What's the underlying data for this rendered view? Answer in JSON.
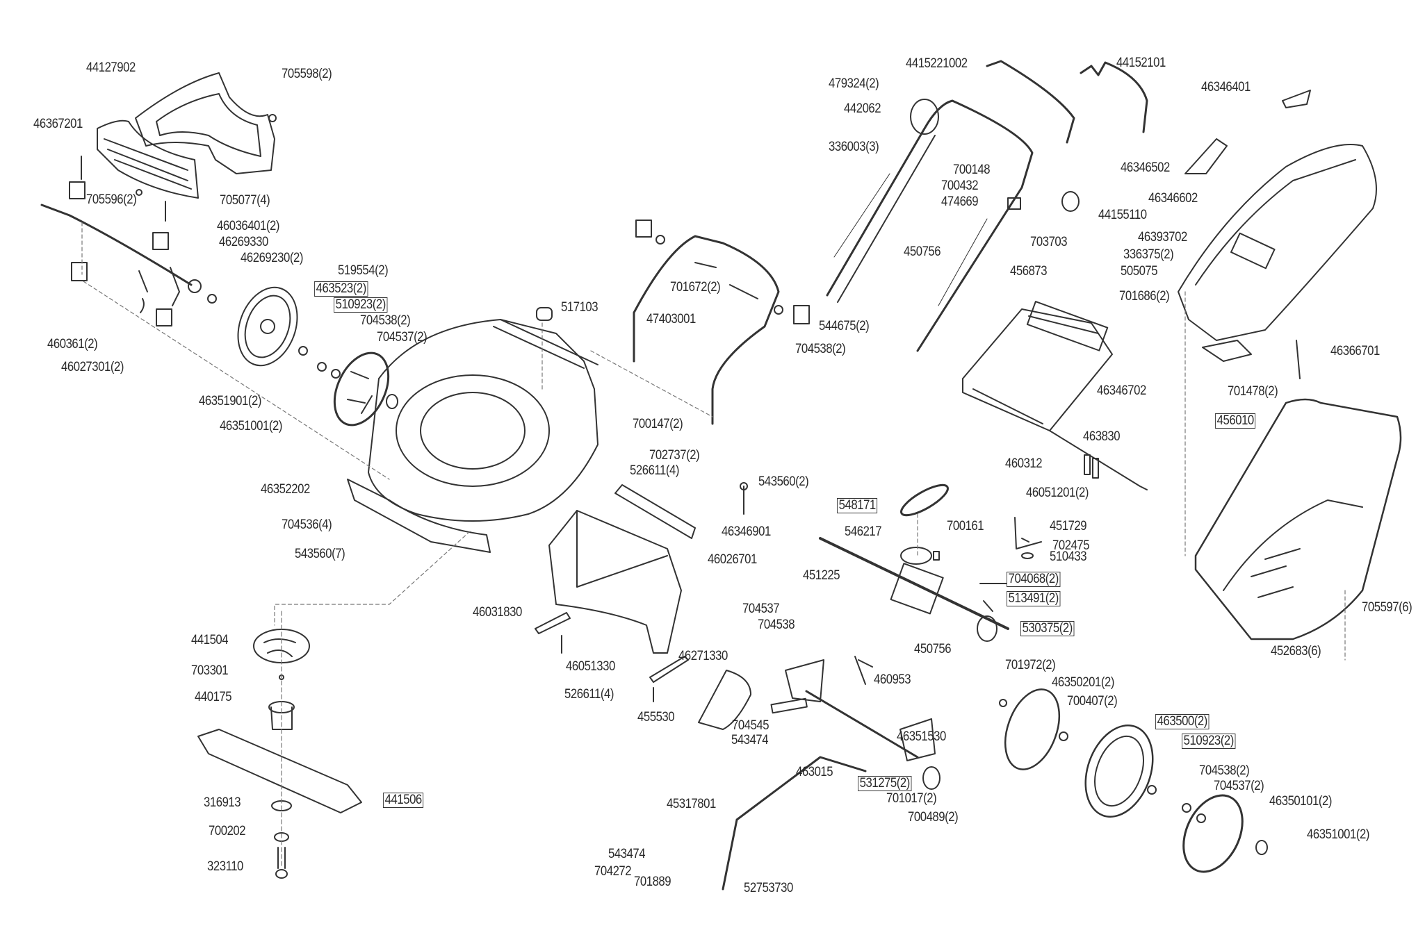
{
  "title": "Lawn mower exploded parts diagram",
  "colors": {
    "line": "#333333",
    "dash": "#777777",
    "label": "#2a2a2a",
    "background": "#ffffff"
  },
  "labels": [
    {
      "id": "44127902",
      "text": "44127902",
      "boxed": false
    },
    {
      "id": "705598",
      "text": "705598(2)",
      "boxed": false
    },
    {
      "id": "46367201",
      "text": "46367201",
      "boxed": false
    },
    {
      "id": "705596",
      "text": "705596(2)",
      "boxed": false
    },
    {
      "id": "705077",
      "text": "705077(4)",
      "boxed": false
    },
    {
      "id": "46036401",
      "text": "46036401(2)",
      "boxed": false
    },
    {
      "id": "46269330",
      "text": "46269330",
      "boxed": false
    },
    {
      "id": "46269230",
      "text": "46269230(2)",
      "boxed": false
    },
    {
      "id": "519554",
      "text": "519554(2)",
      "boxed": false
    },
    {
      "id": "463523",
      "text": "463523(2)",
      "boxed": true
    },
    {
      "id": "510923a",
      "text": "510923(2)",
      "boxed": true
    },
    {
      "id": "704538a",
      "text": "704538(2)",
      "boxed": false
    },
    {
      "id": "704537a",
      "text": "704537(2)",
      "boxed": false
    },
    {
      "id": "460361",
      "text": "460361(2)",
      "boxed": false
    },
    {
      "id": "46027301",
      "text": "46027301(2)",
      "boxed": false
    },
    {
      "id": "46351901",
      "text": "46351901(2)",
      "boxed": false
    },
    {
      "id": "46351001a",
      "text": "46351001(2)",
      "boxed": false
    },
    {
      "id": "46352202",
      "text": "46352202",
      "boxed": false
    },
    {
      "id": "704536",
      "text": "704536(4)",
      "boxed": false
    },
    {
      "id": "543560a",
      "text": "543560(7)",
      "boxed": false
    },
    {
      "id": "441504",
      "text": "441504",
      "boxed": false
    },
    {
      "id": "703301",
      "text": "703301",
      "boxed": false
    },
    {
      "id": "440175",
      "text": "440175",
      "boxed": false
    },
    {
      "id": "441506",
      "text": "441506",
      "boxed": true
    },
    {
      "id": "316913",
      "text": "316913",
      "boxed": false
    },
    {
      "id": "700202",
      "text": "700202",
      "boxed": false
    },
    {
      "id": "323110",
      "text": "323110",
      "boxed": false
    },
    {
      "id": "517103",
      "text": "517103",
      "boxed": false
    },
    {
      "id": "47403001",
      "text": "47403001",
      "boxed": false
    },
    {
      "id": "701672",
      "text": "701672(2)",
      "boxed": false
    },
    {
      "id": "544675",
      "text": "544675(2)",
      "boxed": false
    },
    {
      "id": "704538b",
      "text": "704538(2)",
      "boxed": false
    },
    {
      "id": "700147",
      "text": "700147(2)",
      "boxed": false
    },
    {
      "id": "702737",
      "text": "702737(2)",
      "boxed": false
    },
    {
      "id": "526611a",
      "text": "526611(4)",
      "boxed": false
    },
    {
      "id": "543560b",
      "text": "543560(2)",
      "boxed": false
    },
    {
      "id": "46346901",
      "text": "46346901",
      "boxed": false
    },
    {
      "id": "46026701",
      "text": "46026701",
      "boxed": false
    },
    {
      "id": "46031830",
      "text": "46031830",
      "boxed": false
    },
    {
      "id": "46051330",
      "text": "46051330",
      "boxed": false
    },
    {
      "id": "526611b",
      "text": "526611(4)",
      "boxed": false
    },
    {
      "id": "4415221002",
      "text": "4415221002",
      "boxed": false
    },
    {
      "id": "44152101",
      "text": "44152101",
      "boxed": false
    },
    {
      "id": "479324",
      "text": "479324(2)",
      "boxed": false
    },
    {
      "id": "442062",
      "text": "442062",
      "boxed": false
    },
    {
      "id": "336003",
      "text": "336003(3)",
      "boxed": false
    },
    {
      "id": "700148",
      "text": "700148",
      "boxed": false
    },
    {
      "id": "700432",
      "text": "700432",
      "boxed": false
    },
    {
      "id": "474669",
      "text": "474669",
      "boxed": false
    },
    {
      "id": "44155110",
      "text": "44155110",
      "boxed": false
    },
    {
      "id": "703703",
      "text": "703703",
      "boxed": false
    },
    {
      "id": "450756a",
      "text": "450756",
      "boxed": false
    },
    {
      "id": "456873",
      "text": "456873",
      "boxed": false
    },
    {
      "id": "46346401",
      "text": "46346401",
      "boxed": false
    },
    {
      "id": "46346502",
      "text": "46346502",
      "boxed": false
    },
    {
      "id": "46346602",
      "text": "46346602",
      "boxed": false
    },
    {
      "id": "46393702",
      "text": "46393702",
      "boxed": false
    },
    {
      "id": "336375",
      "text": "336375(2)",
      "boxed": false
    },
    {
      "id": "505075",
      "text": "505075",
      "boxed": false
    },
    {
      "id": "701686",
      "text": "701686(2)",
      "boxed": false
    },
    {
      "id": "46366701",
      "text": "46366701",
      "boxed": false
    },
    {
      "id": "701478",
      "text": "701478(2)",
      "boxed": false
    },
    {
      "id": "456010",
      "text": "456010",
      "boxed": true
    },
    {
      "id": "46346702",
      "text": "46346702",
      "boxed": false
    },
    {
      "id": "463830",
      "text": "463830",
      "boxed": false
    },
    {
      "id": "460312",
      "text": "460312",
      "boxed": false
    },
    {
      "id": "46051201",
      "text": "46051201(2)",
      "boxed": false
    },
    {
      "id": "548171",
      "text": "548171",
      "boxed": true
    },
    {
      "id": "546217",
      "text": "546217",
      "boxed": false
    },
    {
      "id": "700161",
      "text": "700161",
      "boxed": false
    },
    {
      "id": "451729",
      "text": "451729",
      "boxed": false
    },
    {
      "id": "702475",
      "text": "702475",
      "boxed": false
    },
    {
      "id": "510433",
      "text": "510433",
      "boxed": false
    },
    {
      "id": "451225",
      "text": "451225",
      "boxed": false
    },
    {
      "id": "704068",
      "text": "704068(2)",
      "boxed": true
    },
    {
      "id": "513491",
      "text": "513491(2)",
      "boxed": true
    },
    {
      "id": "530375",
      "text": "530375(2)",
      "boxed": true
    },
    {
      "id": "450756b",
      "text": "450756",
      "boxed": false
    },
    {
      "id": "460953",
      "text": "460953",
      "boxed": false
    },
    {
      "id": "705597",
      "text": "705597(6)",
      "boxed": false
    },
    {
      "id": "452683",
      "text": "452683(6)",
      "boxed": false
    },
    {
      "id": "704537b",
      "text": "704537",
      "boxed": false
    },
    {
      "id": "704538c",
      "text": "704538",
      "boxed": false
    },
    {
      "id": "46271330",
      "text": "46271330",
      "boxed": false
    },
    {
      "id": "455530",
      "text": "455530",
      "boxed": false
    },
    {
      "id": "704545",
      "text": "704545",
      "boxed": false
    },
    {
      "id": "543474a",
      "text": "543474",
      "boxed": false
    },
    {
      "id": "46351530",
      "text": "46351530",
      "boxed": false
    },
    {
      "id": "463015",
      "text": "463015",
      "boxed": false
    },
    {
      "id": "531275",
      "text": "531275(2)",
      "boxed": true
    },
    {
      "id": "701017",
      "text": "701017(2)",
      "boxed": false
    },
    {
      "id": "700489",
      "text": "700489(2)",
      "boxed": false
    },
    {
      "id": "45317801",
      "text": "45317801",
      "boxed": false
    },
    {
      "id": "543474b",
      "text": "543474",
      "boxed": false
    },
    {
      "id": "704272",
      "text": "704272",
      "boxed": false
    },
    {
      "id": "701889",
      "text": "701889",
      "boxed": false
    },
    {
      "id": "52753730",
      "text": "52753730",
      "boxed": false
    },
    {
      "id": "701972",
      "text": "701972(2)",
      "boxed": false
    },
    {
      "id": "46350201",
      "text": "46350201(2)",
      "boxed": false
    },
    {
      "id": "700407",
      "text": "700407(2)",
      "boxed": false
    },
    {
      "id": "463500",
      "text": "463500(2)",
      "boxed": true
    },
    {
      "id": "510923b",
      "text": "510923(2)",
      "boxed": true
    },
    {
      "id": "704538d",
      "text": "704538(2)",
      "boxed": false
    },
    {
      "id": "704537c",
      "text": "704537(2)",
      "boxed": false
    },
    {
      "id": "46350101",
      "text": "46350101(2)",
      "boxed": false
    },
    {
      "id": "46351001b",
      "text": "46351001(2)",
      "boxed": false
    }
  ]
}
